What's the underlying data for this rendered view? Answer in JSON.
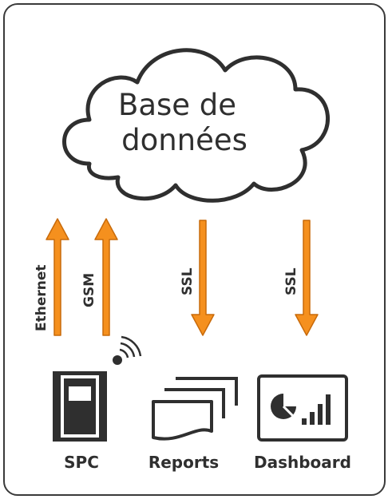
{
  "cloud": {
    "line1": "Base de",
    "line2": "données"
  },
  "arrows": [
    {
      "label": "Ethernet",
      "direction": "up"
    },
    {
      "label": "GSM",
      "direction": "up"
    },
    {
      "label": "SSL",
      "direction": "down"
    },
    {
      "label": "SSL",
      "direction": "down"
    }
  ],
  "devices": [
    {
      "label": "SPC",
      "icon": "controller-wireless-icon"
    },
    {
      "label": "Reports",
      "icon": "stacked-reports-icon"
    },
    {
      "label": "Dashboard",
      "icon": "dashboard-chart-icon"
    }
  ],
  "colors": {
    "arrow": "#F5901E",
    "arrow_stroke": "#C86A0A",
    "ink": "#2f2f2f"
  }
}
